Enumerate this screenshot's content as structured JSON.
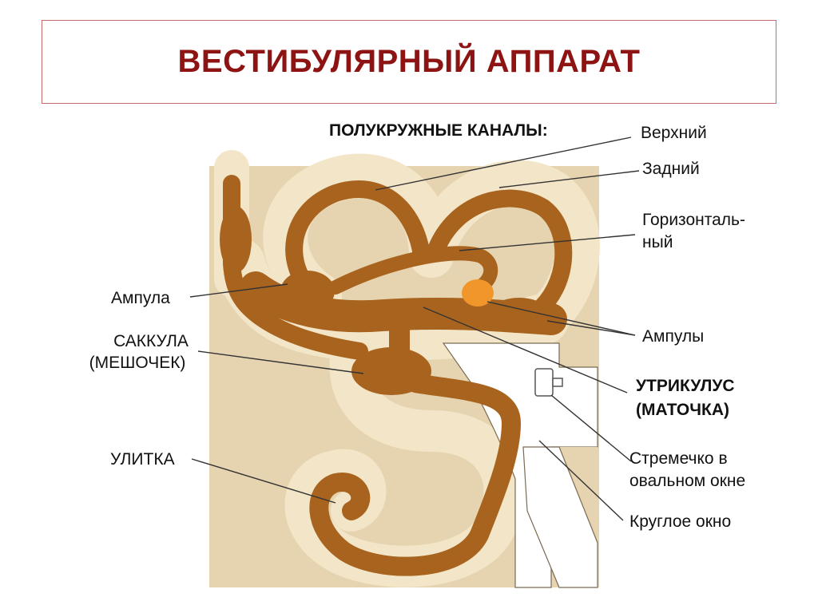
{
  "title": "ВЕСТИБУЛЯРНЫЙ АППАРАТ",
  "labels": {
    "semicircular_canals": "ПОЛУКРУЖНЫЕ КАНАЛЫ:",
    "superior": "Верхний",
    "posterior": "Задний",
    "horizontal_1": "Горизонталь-",
    "horizontal_2": "ный",
    "ampulla": "Ампула",
    "saccule_1": "САККУЛА",
    "saccule_2": "(МЕШОЧЕК)",
    "cochlea": "УЛИТКА",
    "ampullae": "Ампулы",
    "utricle_1": "УТРИКУЛУС",
    "utricle_2": "(МАТОЧКА)",
    "stapes_1": "Стремечко в",
    "stapes_2": "овальном окне",
    "round_window": "Круглое окно"
  },
  "colors": {
    "title": "#8e1414",
    "bone": "#e6d4b0",
    "bone_light": "#f3e6c8",
    "membrane": "#a8641e",
    "utricle_spot": "#f0962a",
    "frame": "#c46a6a"
  }
}
